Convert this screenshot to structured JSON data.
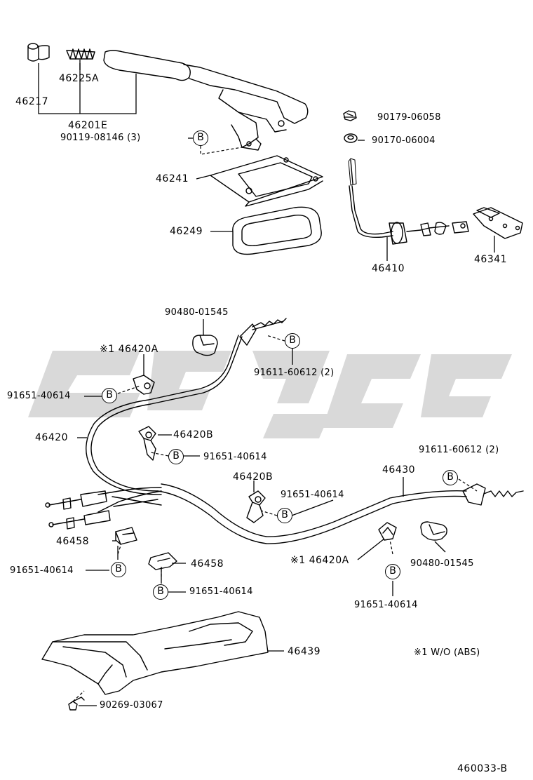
{
  "callout_mark": "B",
  "watermark_text": "ఎఱ్ఱ",
  "parts": {
    "p46217": "46217",
    "p46225A": "46225A",
    "p46201E": "46201E",
    "p90119": "90119-08146 (3)",
    "p46241": "46241",
    "p46249": "46249",
    "p90179": "90179-06058",
    "p90170": "90170-06004",
    "p46410": "46410",
    "p46341": "46341",
    "p90480a": "90480-01545",
    "p46420A_top": "※1 46420A",
    "p91611a": "91611-60612 (2)",
    "p91651a": "91651-40614",
    "p46420": "46420",
    "p46420B_a": "46420B",
    "p91651b": "91651-40614",
    "p46420B_b": "46420B",
    "p91651c": "91651-40614",
    "p46430": "46430",
    "p91611b": "91611-60612 (2)",
    "p46458a": "46458",
    "p91651d": "91651-40614",
    "p46458b": "46458",
    "p91651e": "91651-40614",
    "p46420A_bottom": "※1 46420A",
    "p90480b": "90480-01545",
    "p91651f": "91651-40614",
    "p46439": "46439",
    "p90269": "90269-03067"
  },
  "note": "※1 W/O (ABS)",
  "figure_id": "460033-B"
}
